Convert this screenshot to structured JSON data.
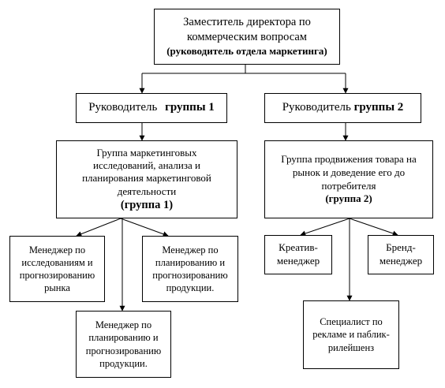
{
  "top": {
    "line1": "Заместитель директора по",
    "line2": "коммерческим вопросам",
    "line3": "(руководитель отдела маркетинга)"
  },
  "head1": {
    "normal": "Руководитель ",
    "bold": "группы 1"
  },
  "head2": {
    "normal": "Руководитель ",
    "bold": "группы 2"
  },
  "group1": {
    "lines": [
      "Группа маркетинговых",
      "исследований, анализа и",
      "планирования маркетинговой",
      "деятельности"
    ],
    "tag": "(группа 1)"
  },
  "group2": {
    "lines": [
      "Группа продвижения товара на",
      "рынок и доведение его до",
      "потребителя"
    ],
    "tag": "(группа 2)"
  },
  "mgr_research": {
    "lines": [
      "Менеджер по",
      "исследованиям и",
      "прогнозированию",
      "рынка"
    ]
  },
  "mgr_planning_right": {
    "lines": [
      "Менеджер по",
      "планированию и",
      "прогнозированию",
      "продукции."
    ]
  },
  "mgr_planning_bottom": {
    "lines": [
      "Менеджер по",
      "планированию и",
      "прогнозированию",
      "продукции."
    ]
  },
  "creative": {
    "lines": [
      "Креатив-",
      "менеджер"
    ]
  },
  "brand": {
    "lines": [
      "Бренд-",
      "менеджер"
    ]
  },
  "pr": {
    "lines": [
      "Специалист по",
      "рекламе и паблик-",
      "рилейшенз"
    ]
  }
}
